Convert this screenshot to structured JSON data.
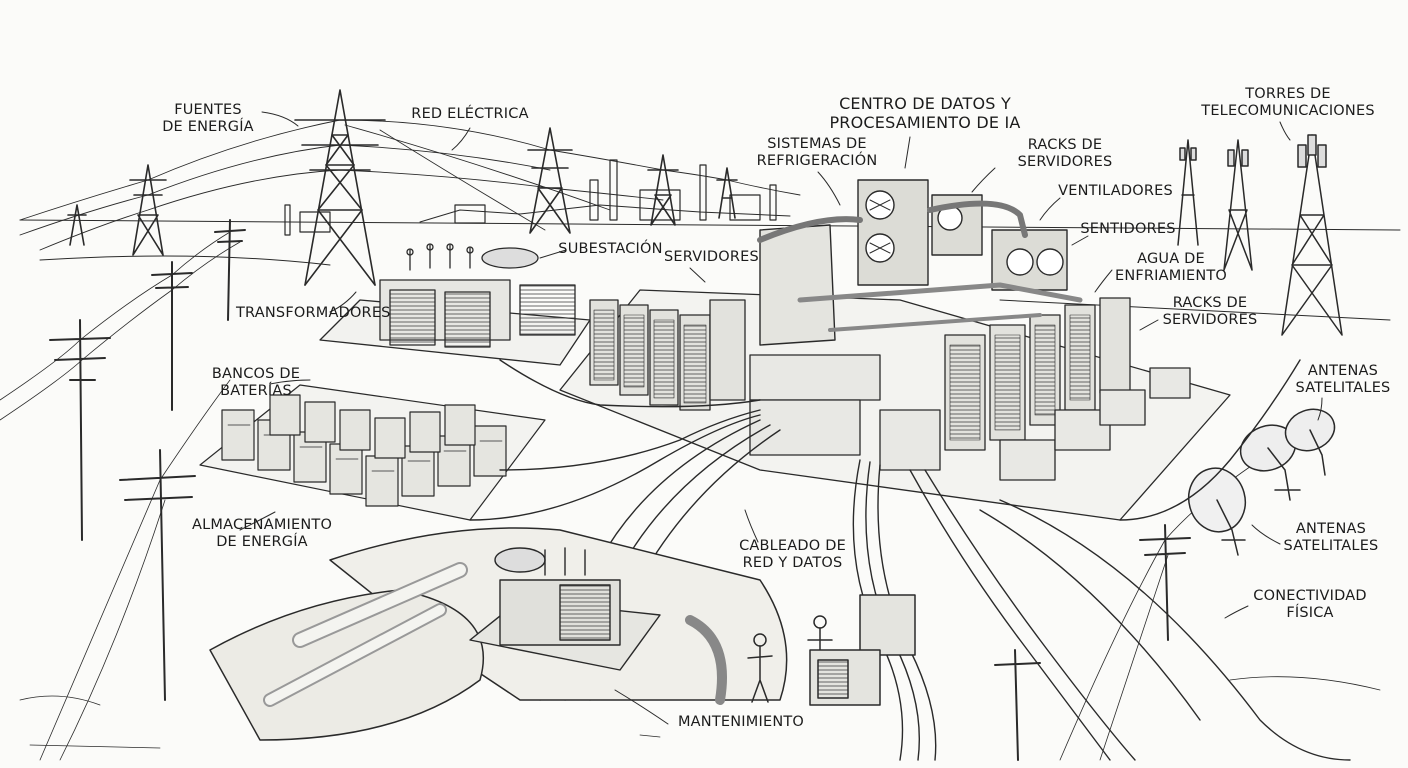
{
  "colors": {
    "ink": "#2a2a2a",
    "paper": "#fbfbf9",
    "shade": "#d9d9d4",
    "dark": "#5a5a5a"
  },
  "labels": {
    "fuentes": "FUENTES\nDE ENERGÍA",
    "red_electrica": "RED ELÉCTRICA",
    "centro_datos": "CENTRO DE DATOS Y\nPROCESAMIENTO DE IA",
    "torres_telecom": "TORRES DE\nTELECOMUNICACIONES",
    "refrigeracion": "SISTEMAS DE\nREFRIGERACIÓN",
    "racks_top": "RACKS DE\nSERVIDORES",
    "ventiladores": "VENTILADORES",
    "subestacion": "SUBESTACIÓN",
    "servidores": "SERVIDORES",
    "sentidores": "SENTIDORES",
    "agua": "AGUA DE\nENFRIAMIENTO",
    "transformadores": "TRANSFORMADORES",
    "racks_mid": "RACKS DE\nSERVIDORES",
    "bancos": "BANCOS DE\nBATERÍAS",
    "antenas1": "ANTENAS\nSATELITALES",
    "almacenamiento": "ALMACENAMIENTO\nDE ENERGÍA",
    "antenas2": "ANTENAS\nSATELITALES",
    "cableado": "CABLEADO DE\nRED Y DATOS",
    "conectividad": "CONECTIVIDAD\nFÍSICA",
    "mantenimiento": "MANTENIMIENTO"
  }
}
